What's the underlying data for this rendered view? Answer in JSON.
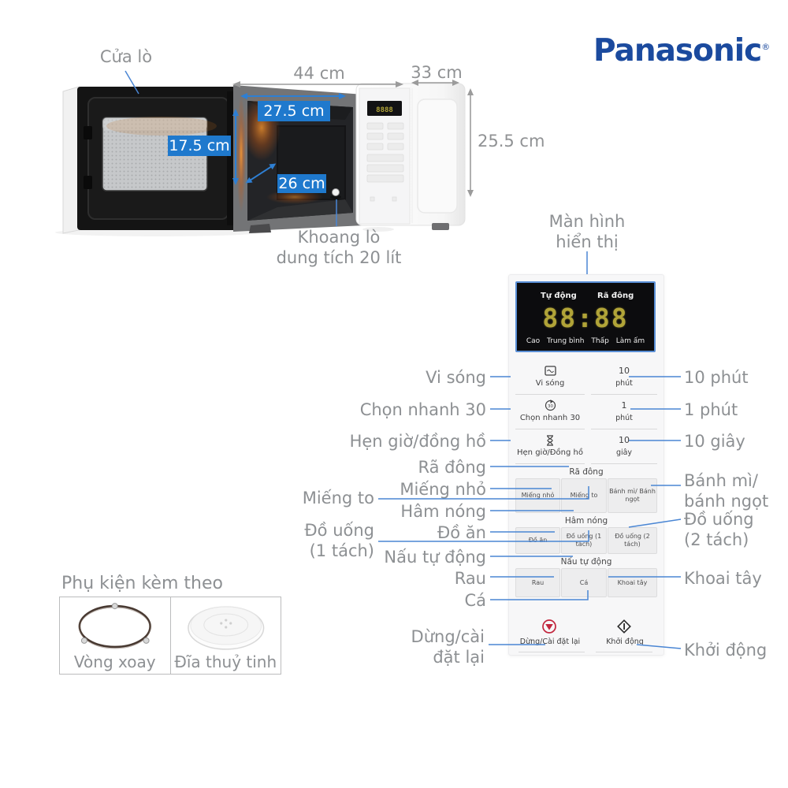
{
  "brand": {
    "name": "Panasonic",
    "registered_mark": "®"
  },
  "colors": {
    "brand_blue": "#1b4a9e",
    "callout_line_blue": "#4a86d4",
    "dimension_badge_blue": "#1f79cd",
    "label_gray": "#8d9093",
    "display_digit_yellow": "#b1a438",
    "stop_red": "#c2273e"
  },
  "oven_diagram": {
    "door_label": "Cửa lò",
    "cavity_label": "Khoang lò\ndung tích 20 lít",
    "outer_width": "44 cm",
    "outer_depth": "33 cm",
    "outer_height": "25.5 cm",
    "inner_width": "27.5 cm",
    "inner_height": "17.5 cm",
    "inner_depth": "26 cm",
    "mini_display_digits": "8888"
  },
  "display_callout": "Màn hình\nhiển thị",
  "control_panel": {
    "display": {
      "mode_left": "Tự động",
      "mode_right": "Rã đông",
      "digits": "88:88",
      "levels": [
        "Cao",
        "Trung bình",
        "Thấp",
        "Làm ấm"
      ]
    },
    "function_rows": [
      {
        "icon": "microwave-icon",
        "label": "Vi sóng",
        "value": "10",
        "unit": "phút"
      },
      {
        "icon": "quick-30-icon",
        "label": "Chọn nhanh 30",
        "value": "1",
        "unit": "phút"
      },
      {
        "icon": "hourglass-icon",
        "label": "Hẹn giờ/Đồng hồ",
        "value": "10",
        "unit": "giây"
      }
    ],
    "sections": [
      {
        "header": "Rã đông",
        "buttons": [
          "Miếng nhỏ",
          "Miếng to",
          "Bánh mì/ Bánh ngọt"
        ]
      },
      {
        "header": "Hâm nóng",
        "buttons": [
          "Đồ ăn",
          "Đồ uống (1 tách)",
          "Đồ uống (2 tách)"
        ]
      },
      {
        "header": "Nấu tự động",
        "buttons": [
          "Rau",
          "Cá",
          "Khoai tây"
        ]
      }
    ],
    "stop_button": "Dừng/Cài đặt lại",
    "start_button": "Khởi động"
  },
  "callouts": {
    "left": {
      "vi_song": "Vi sóng",
      "chon_nhanh_30": "Chọn nhanh 30",
      "hen_gio_dong_ho": "Hẹn giờ/đồng hồ",
      "ra_dong": "Rã đông",
      "mieng_nho": "Miếng nhỏ",
      "mieng_to": "Miếng to",
      "ham_nong": "Hâm nóng",
      "do_an": "Đồ ăn",
      "do_uong_1_tach": "Đồ uống\n(1 tách)",
      "nau_tu_dong": "Nấu tự động",
      "rau": "Rau",
      "ca": "Cá",
      "dung_cai_dat_lai": "Dừng/cài\nđặt lại"
    },
    "right": {
      "muoi_phut": "10 phút",
      "mot_phut": "1 phút",
      "muoi_giay": "10 giây",
      "banh_mi_banh_ngot": "Bánh mì/\nbánh ngọt",
      "do_uong_2_tach": "Đồ uống\n(2 tách)",
      "khoai_tay": "Khoai tây",
      "khoi_dong": "Khởi động"
    }
  },
  "accessories": {
    "title": "Phụ kiện kèm theo",
    "items": [
      {
        "label": "Vòng xoay"
      },
      {
        "label": "Đĩa thuỷ tinh"
      }
    ]
  }
}
